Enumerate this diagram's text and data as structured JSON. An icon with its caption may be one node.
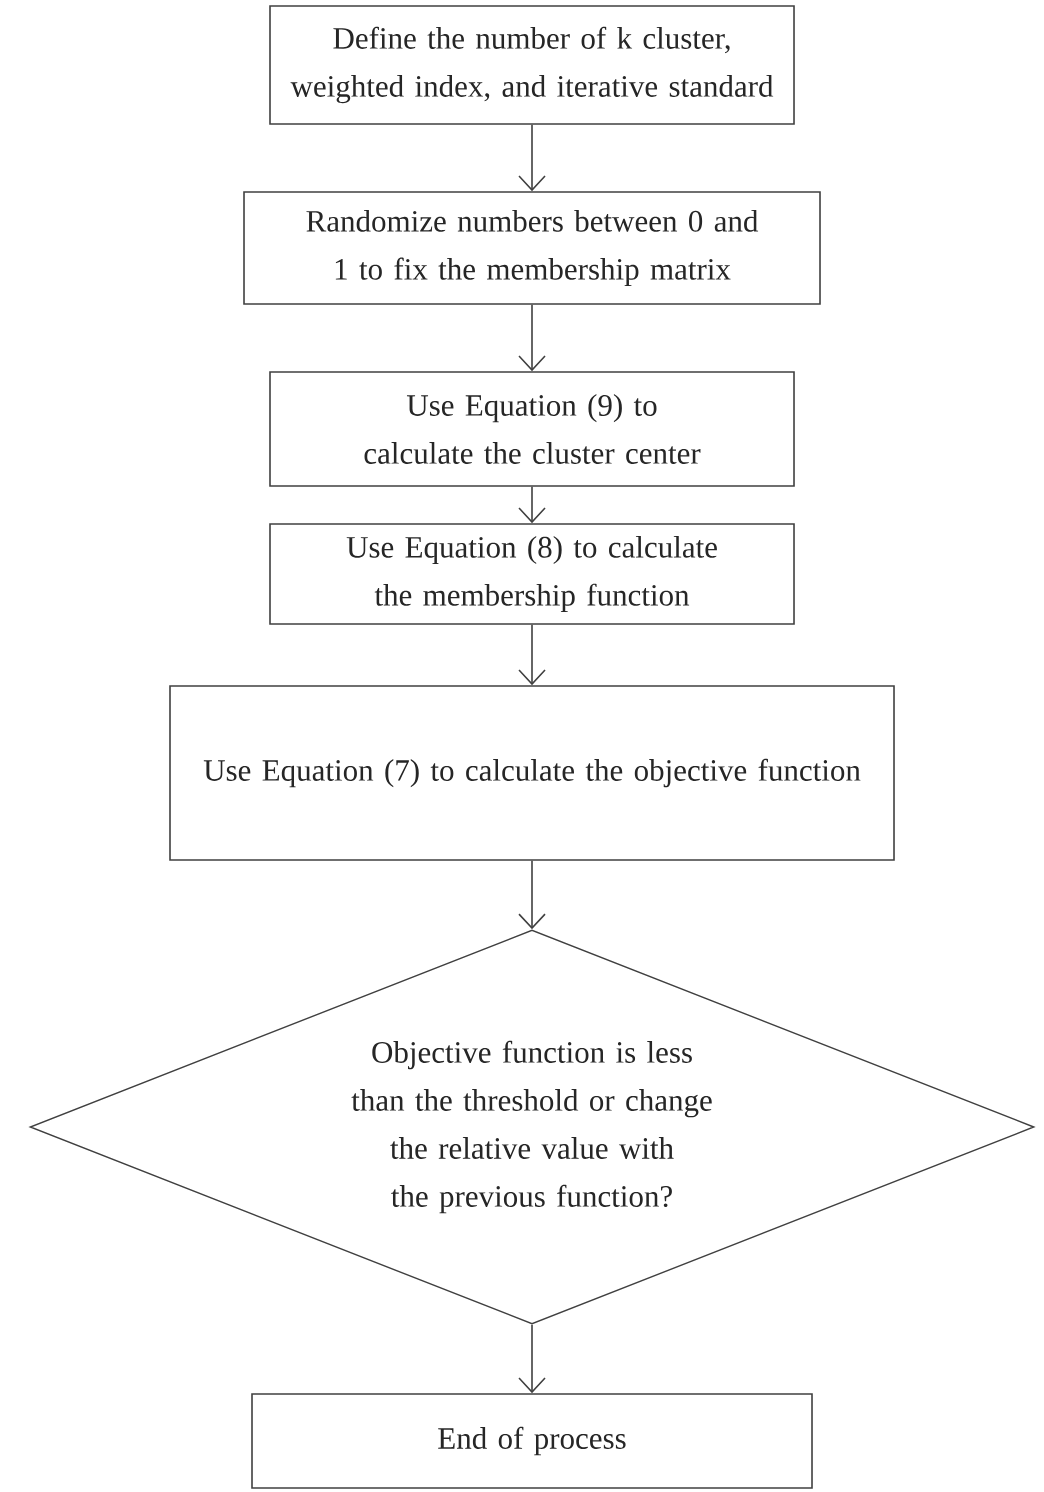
{
  "diagram": {
    "nodes": [
      {
        "text": [
          "Define the number of k cluster, weighted index, and iterative standard"
        ]
      },
      {
        "text": [
          "Randomize numbers between 0 and 1 to fix the membership matrix"
        ]
      },
      {
        "text": [
          "Use Equation (9) to calculate the cluster center"
        ]
      },
      {
        "text": [
          "Use Equation (8) to calculate the membership function"
        ]
      },
      {
        "text": [
          "Use Equation (7) to calculate the objective function"
        ]
      },
      {
        "text": [
          "Objective function is less than the threshold or change the relative value with the previous function?"
        ]
      },
      {
        "text": [
          "End of process"
        ]
      }
    ],
    "edges": [
      {
        "from": 0,
        "to": 1,
        "arrow": "to"
      },
      {
        "from": 1,
        "to": 2,
        "arrow": "to"
      },
      {
        "from": 2,
        "to": 3,
        "arrow": "to"
      },
      {
        "from": 3,
        "to": 4,
        "arrow": "to"
      },
      {
        "from": 4,
        "to": 5,
        "arrow": "to"
      },
      {
        "from": 5,
        "to": 6,
        "arrow": "to"
      }
    ]
  }
}
